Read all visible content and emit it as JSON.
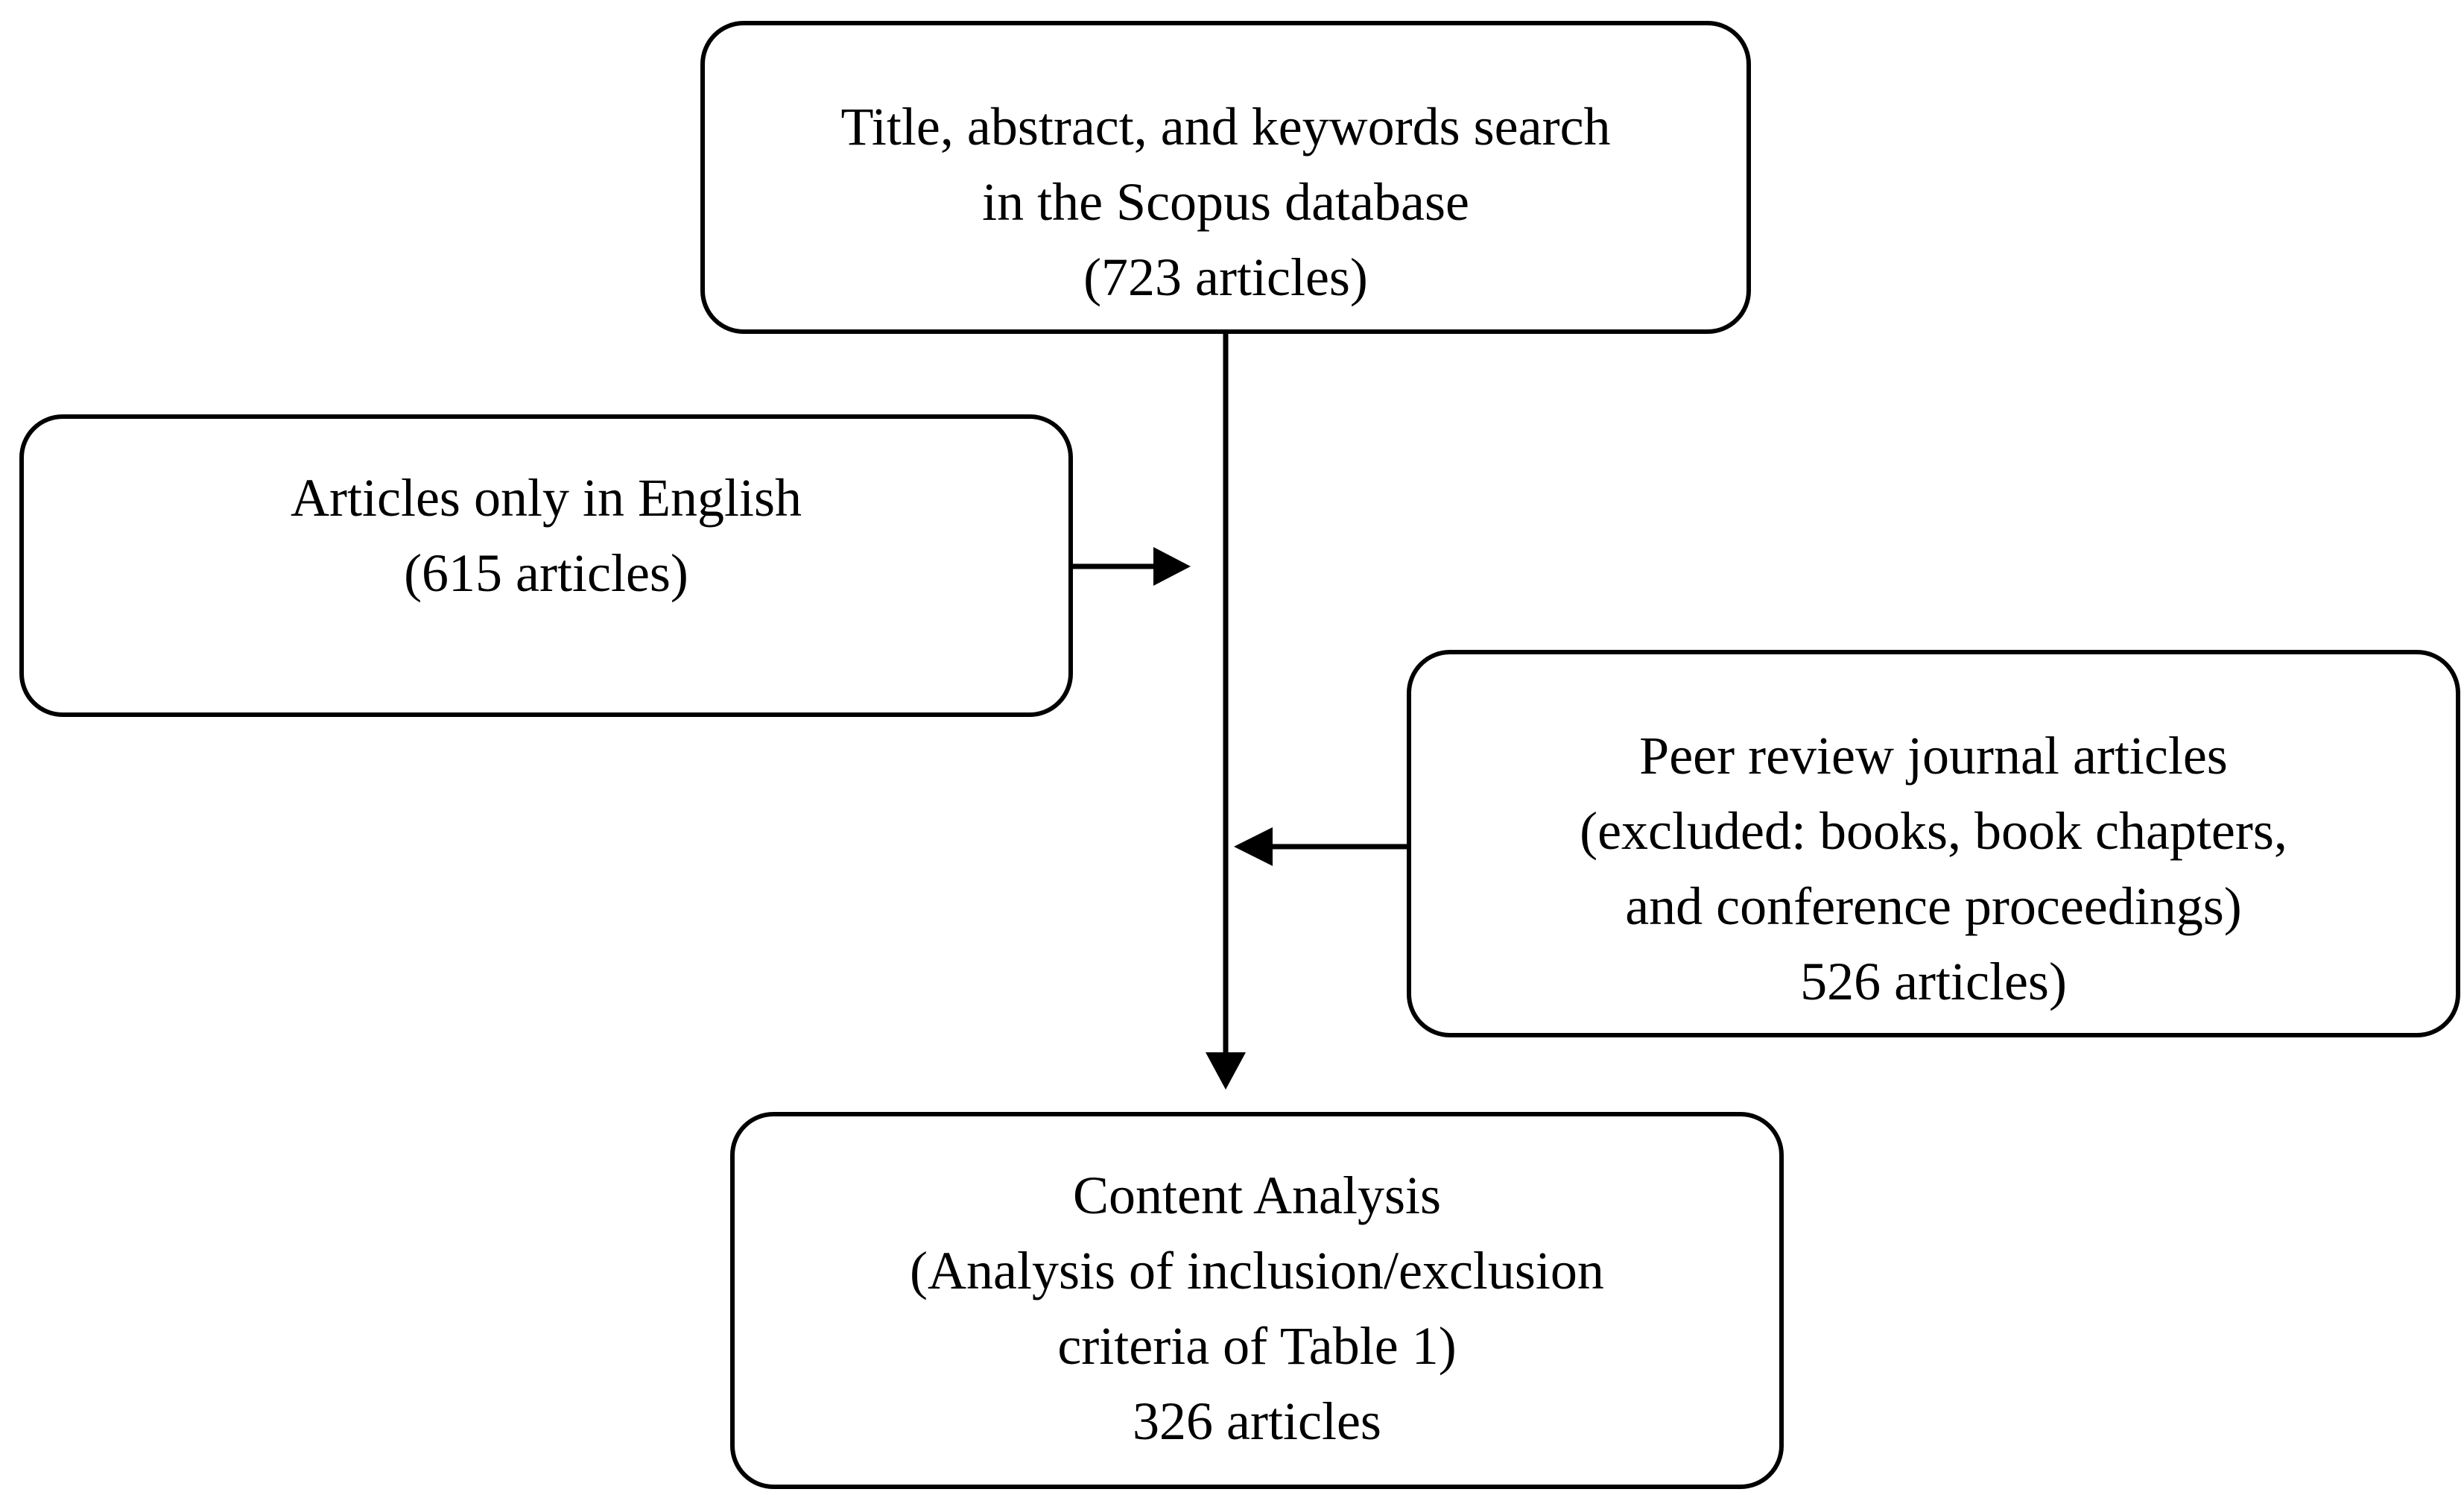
{
  "boxes": {
    "search": {
      "lines": [
        "Title, abstract, and keywords search",
        "in the Scopus database",
        "(723 articles)"
      ]
    },
    "english": {
      "lines": [
        "Articles only in English",
        "(615 articles)"
      ]
    },
    "peer_review": {
      "lines": [
        "Peer review journal articles",
        "(excluded: books, book chapters,",
        "and conference proceedings)",
        "526 articles)"
      ]
    },
    "content_analysis": {
      "lines": [
        "Content Analysis",
        "(Analysis of inclusion/exclusion",
        "criteria of Table 1)",
        "326 articles"
      ]
    }
  },
  "colors": {
    "stroke": "#000000",
    "background": "#ffffff"
  }
}
